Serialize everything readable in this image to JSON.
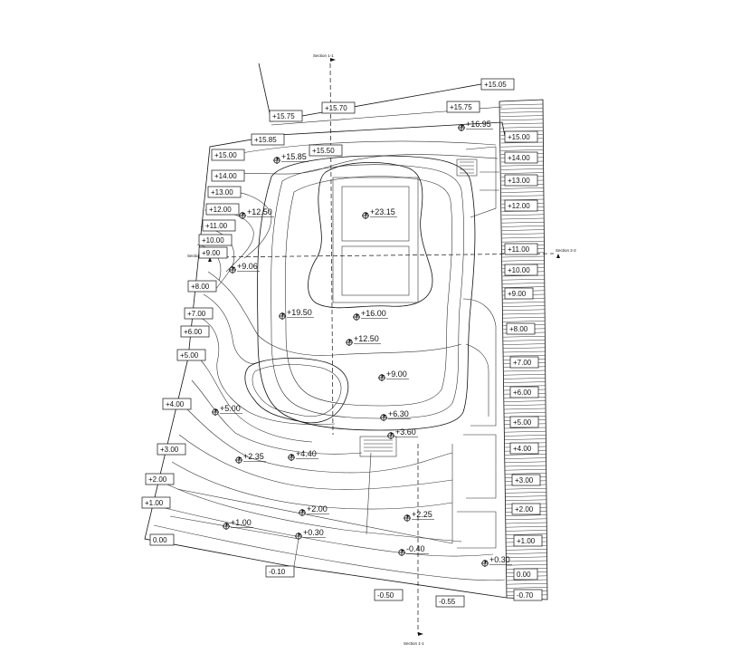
{
  "sections": {
    "top_1": "Section 1-1",
    "bottom_1": "Section 1-1",
    "left_2": "Section 2-2",
    "right_2": "Section 2-2"
  },
  "level_boxes": [
    "+15.05",
    "+15.70",
    "+15.75",
    "+15.75",
    "+15.85",
    "+15.50",
    "+15.00",
    "+14.00",
    "+13.00",
    "+12.00",
    "+11.00",
    "+10.00",
    "+9.00",
    "+8.00",
    "+7.00",
    "+6.00",
    "+5.00",
    "+4.00",
    "+3.00",
    "+2.00",
    "+1.00",
    "0.00",
    "-0.10",
    "-0.50",
    "-0.55",
    "+15.00",
    "+14.00",
    "+13.00",
    "+12.00",
    "+11.00",
    "+10.00",
    "+9.00",
    "+8.00",
    "+7.00",
    "+6.00",
    "+5.00",
    "+4.00",
    "+3.00",
    "+2.00",
    "+1.00",
    "0.00",
    "-0.70"
  ],
  "spot_levels": [
    "+16.95",
    "+15.85",
    "+23.15",
    "+12.50",
    "+9.06",
    "+19.50",
    "+16.00",
    "+12.50",
    "+9.00",
    "+6.30",
    "+3.60",
    "+5.00",
    "+2.35",
    "+4.40",
    "+2.00",
    "+2.25",
    "+1.00",
    "+0.30",
    "-0.40",
    "+0.30"
  ]
}
